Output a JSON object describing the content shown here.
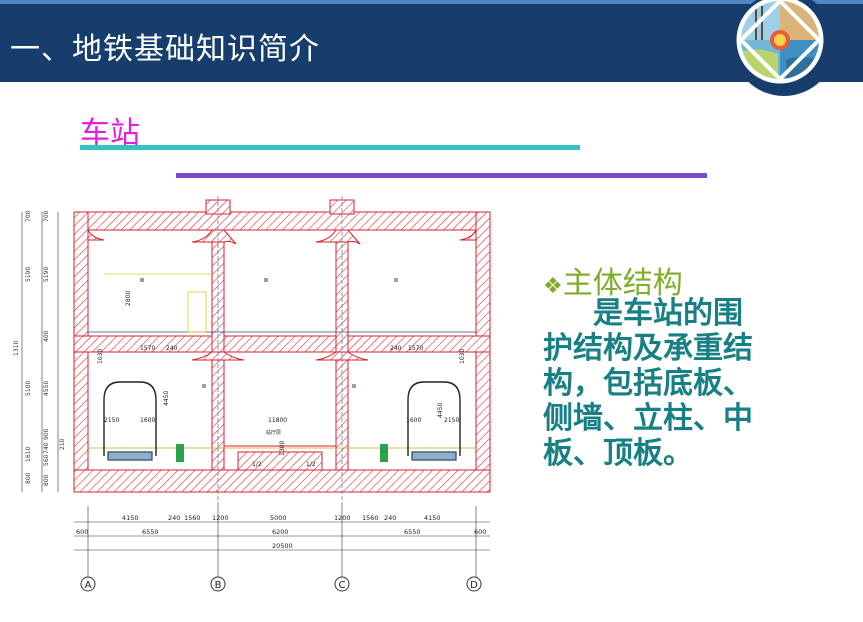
{
  "header": {
    "title": "一、地铁基础知识简介"
  },
  "section": {
    "title": "车站"
  },
  "bullet": {
    "icon": "diamond-bullet-icon",
    "heading": "主体结构",
    "lines": [
      "是车站的围",
      "护结构及承重结",
      "构，包括底板、",
      "侧墙、立柱、中",
      "板、顶板。"
    ]
  },
  "drawing": {
    "axes": [
      "A",
      "B",
      "C",
      "D"
    ],
    "dims_row1": [
      "600",
      "4150",
      "240",
      "1560",
      "1200",
      "5000",
      "1200",
      "1560",
      "240",
      "4150",
      "600"
    ],
    "dims_row2": [
      "6550",
      "6200",
      "6550"
    ],
    "dims_total": "20500",
    "left_dims": [
      "700",
      "700",
      "5190",
      "5190",
      "400",
      "1310",
      "5100",
      "4550",
      "900",
      "1610",
      "800",
      "560",
      "740",
      "800",
      "210"
    ],
    "interior": [
      "1570",
      "240",
      "1570",
      "240",
      "1030",
      "1030",
      "2800",
      "4450",
      "4450",
      "2150",
      "1600",
      "1600",
      "2150",
      "11800",
      "1300",
      "站厅层",
      "1/2",
      "1/2"
    ]
  },
  "colors": {
    "header_bg": "#163d6b",
    "section": "#e21ee0",
    "bullet_head": "#7fae2a",
    "body": "#187f84"
  }
}
